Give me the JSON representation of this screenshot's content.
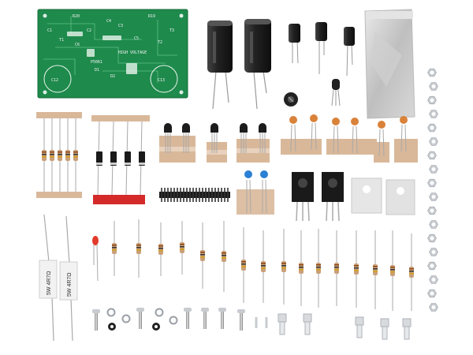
{
  "pcb": {
    "labels": [
      "R20",
      "R19",
      "C1",
      "C2",
      "C3",
      "C4",
      "C5",
      "C6",
      "D1",
      "D2",
      "T1",
      "T2",
      "T3",
      "HIGH VOLTAGE",
      "P5061"
    ],
    "cap_labels": [
      "C12",
      "C13"
    ]
  },
  "power_resistors": {
    "labels": [
      "5W 4R7Ω",
      "5W 4R7Ω"
    ]
  },
  "colors": {
    "pcb_green": "#1e8a4c",
    "cap_black": "#1c1c1c",
    "diode_black": "#1a1a1a",
    "tape_beige": "#d9b89a",
    "tape_red": "#d42a2a",
    "resistor_body": "#c9a07a",
    "bead_silver": "#c8ccd0",
    "led_red": "#e23a2a"
  },
  "icons": [
    "pcb-board",
    "electrolytic-capacitor",
    "transistor",
    "diode",
    "resistor",
    "power-resistor",
    "pin-header",
    "mosfet",
    "nut",
    "screw",
    "washer",
    "spade-terminal",
    "led",
    "trimmer-pot",
    "thermal-pad",
    "bag"
  ]
}
